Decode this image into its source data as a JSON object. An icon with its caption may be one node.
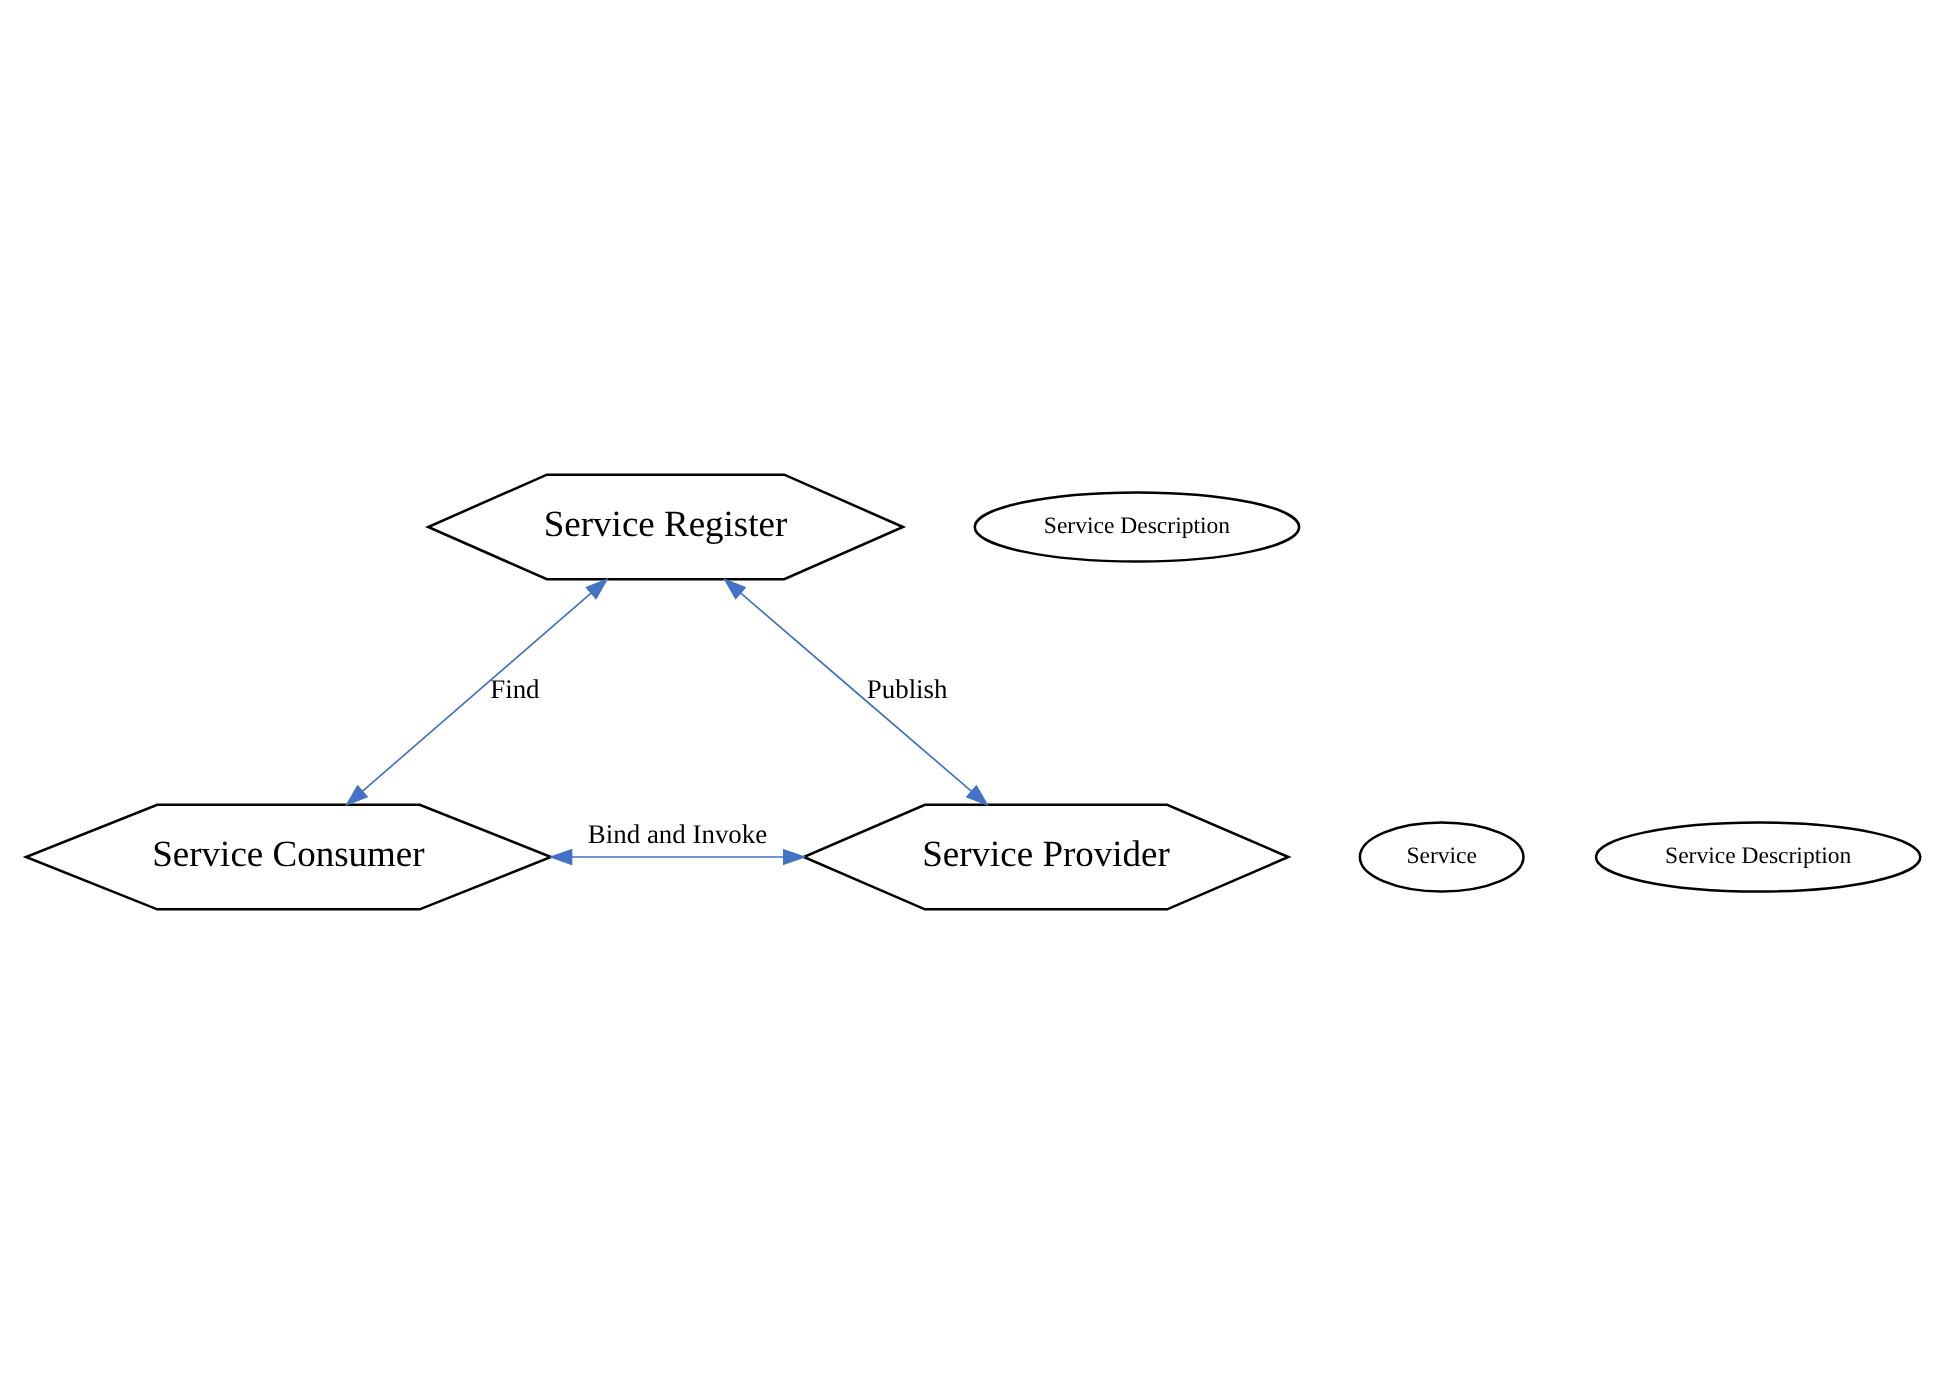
{
  "diagram": {
    "nodes": [
      {
        "text": [
          "Service Register"
        ]
      },
      {
        "text": [
          "Service Description"
        ]
      },
      {
        "text": [
          "Service Consumer"
        ]
      },
      {
        "text": [
          "Service Provider"
        ]
      },
      {
        "text": [
          "Service"
        ]
      },
      {
        "text": [
          "Service Description"
        ]
      }
    ],
    "edges": [
      {
        "from": 0,
        "to": 2,
        "arrow": "both",
        "label": "Find"
      },
      {
        "from": 0,
        "to": 3,
        "arrow": "both",
        "label": "Publish"
      },
      {
        "from": 2,
        "to": 3,
        "arrow": "both",
        "label": "Bind and Invoke"
      }
    ]
  }
}
